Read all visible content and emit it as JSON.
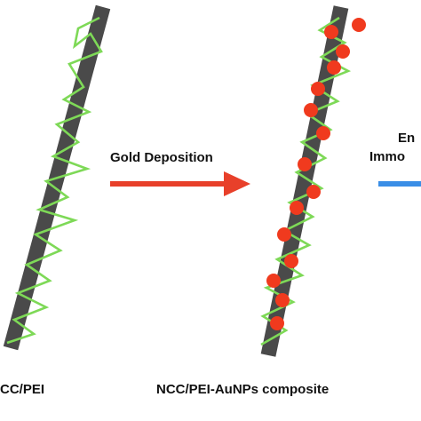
{
  "labels": {
    "left_caption": "CC/PEI",
    "right_caption": "NCC/PEI-AuNPs composite",
    "step1_arrow_label": "Gold Deposition",
    "step2_label_line1": "En",
    "step2_label_line2": "Immo"
  },
  "colors": {
    "rod": "#4a4a4a",
    "polymer": "#7ed957",
    "gold_particle": "#f03a1e",
    "arrow_step1": "#e8402a",
    "arrow_step2": "#3a8ee6"
  }
}
